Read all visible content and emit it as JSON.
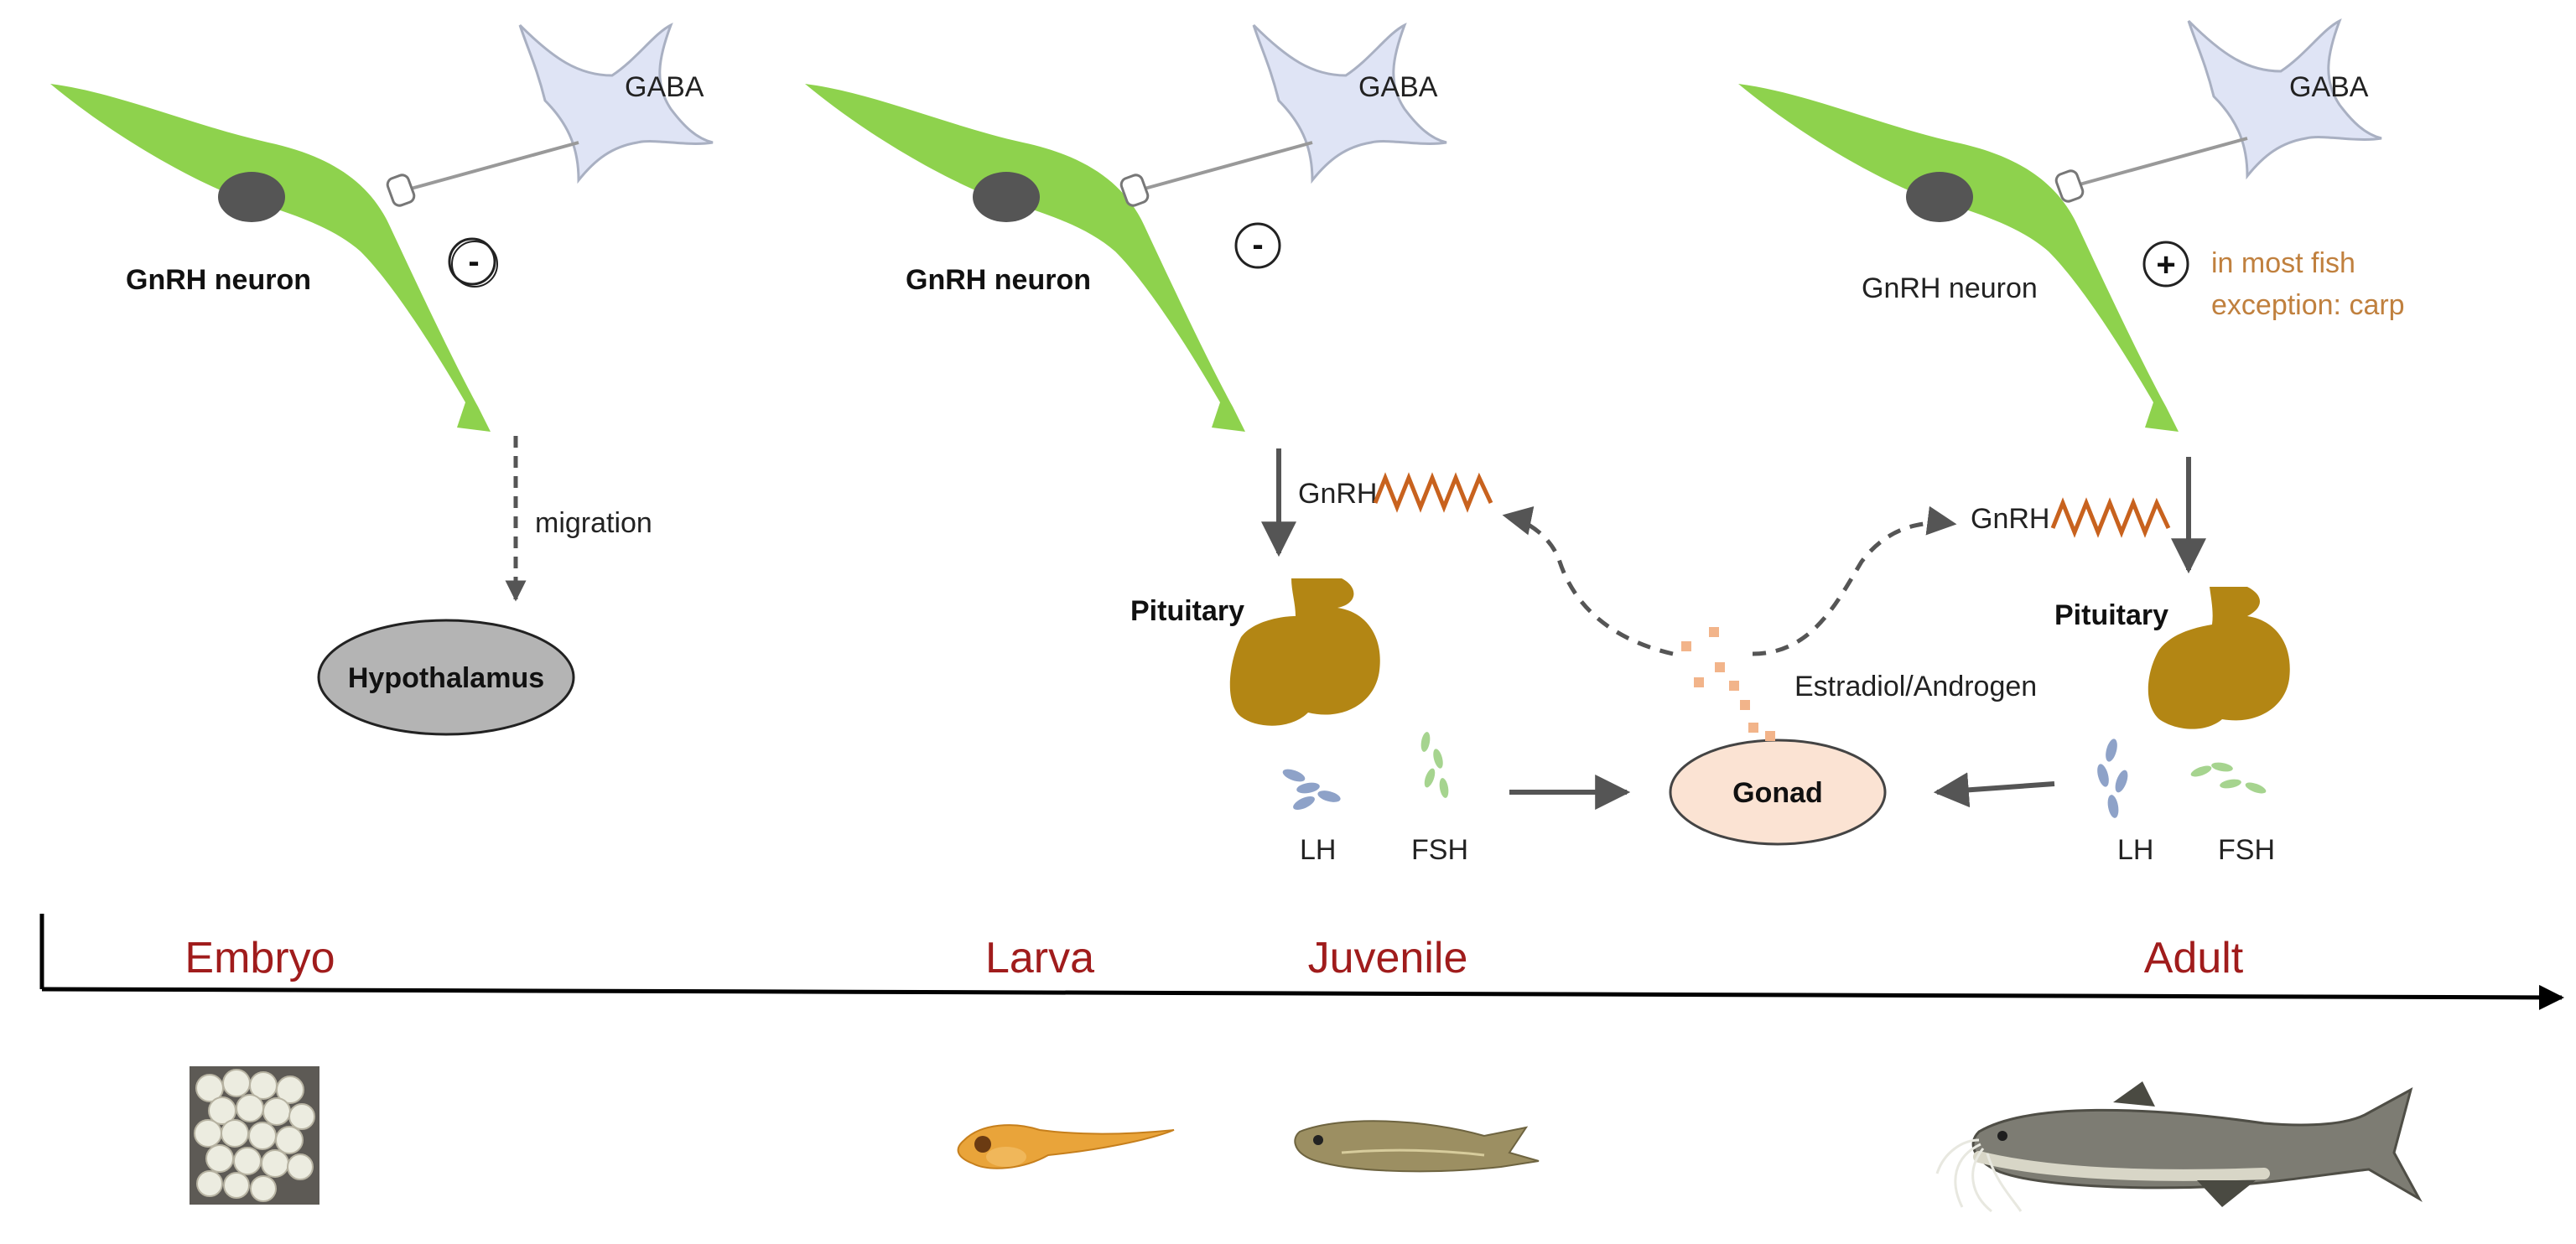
{
  "neuron_label": "GnRH neuron",
  "gaba_label": "GABA",
  "signs": {
    "inhibit": "-",
    "excite": "+"
  },
  "adult_note": {
    "line1": "in most fish",
    "line2": "exception: carp"
  },
  "migration_label": "migration",
  "hypothalamus_label": "Hypothalamus",
  "gnrh_label": "GnRH",
  "pituitary_label": "Pituitary",
  "lh_label": "LH",
  "fsh_label": "FSH",
  "gonad_label": "Gonad",
  "steroid_label": "Estradiol/Androgen",
  "stages": [
    "Embryo",
    "Larva",
    "Juvenile",
    "Adult"
  ],
  "colors": {
    "neuron": "#8ed24d",
    "nucleus": "#555555",
    "gaba": "#dfe4f5",
    "pituitary": "#b38614",
    "hypothalamus": "#b4b4b4",
    "gonad": "#fbe3d3",
    "gnrh_wave": "#c8621e",
    "lh": "#8ea2c8",
    "fsh": "#a6d48f",
    "steroid": "#f2b48a",
    "stage_text": "#a01c1c"
  }
}
